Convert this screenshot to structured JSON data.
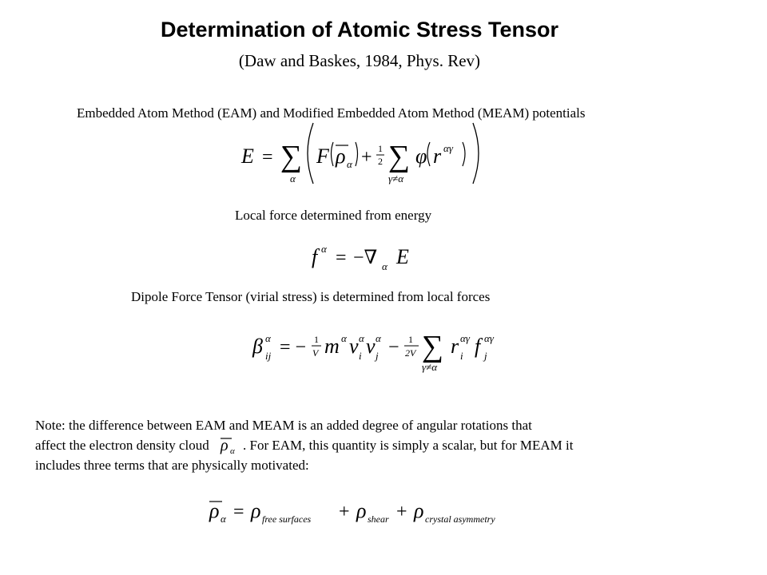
{
  "slide": {
    "title": "Determination of Atomic Stress Tensor",
    "subtitle": "(Daw and Baskes, 1984, Phys. Rev)",
    "intro": "Embedded Atom Method (EAM) and Modified Embedded Atom Method (MEAM) potentials",
    "local_force": "Local force determined from energy",
    "dipole": "Dipole Force Tensor (virial stress) is determined from local forces",
    "note_line1": "Note: the difference between EAM and MEAM is an added degree of angular rotations that",
    "note_line2a": " affect the electron density cloud",
    "note_line2b": ".  For EAM, this quantity is simply a scalar, but for MEAM it",
    "note_line3": "includes three terms that are physically motivated:"
  },
  "equations": {
    "energy": {
      "lhs": "E",
      "eq": "=",
      "sum": "∑",
      "sum_index": "α",
      "F": "F",
      "rho": "ρ",
      "alpha": "α",
      "plus": "+",
      "half_num": "1",
      "half_den": "2",
      "sum_index2": "γ≠α",
      "phi": "φ",
      "r": "r",
      "r_sup": "αγ"
    },
    "force": {
      "f": "f",
      "sup": "α",
      "eq": "=",
      "minus_nabla": "−∇",
      "sub": "α",
      "E": "E"
    },
    "dipole": {
      "beta": "β",
      "beta_sup": "α",
      "beta_sub": "ij",
      "eq": "= −",
      "frac1_num": "1",
      "frac1_den": "V",
      "m": "m",
      "m_sup": "α",
      "v": "v",
      "vi_sup": "α",
      "vi_sub": "i",
      "vj_sup": "α",
      "vj_sub": "j",
      "minus": "−",
      "frac2_num": "1",
      "frac2_den": "2V",
      "sum": "∑",
      "sum_index": "γ≠α",
      "r": "r",
      "r_sup": "αγ",
      "r_sub": "i",
      "f": "f",
      "f_sup": "αγ",
      "f_sub": "j"
    },
    "inline_rho": {
      "rho": "ρ",
      "sub": "α"
    },
    "meam": {
      "rho": "ρ",
      "sub": "α",
      "eq": "=",
      "rho1_sub": "free  surfaces",
      "plus": "+",
      "rho2_sub": "shear",
      "rho3_sub": "crystal  asymmetry"
    }
  }
}
